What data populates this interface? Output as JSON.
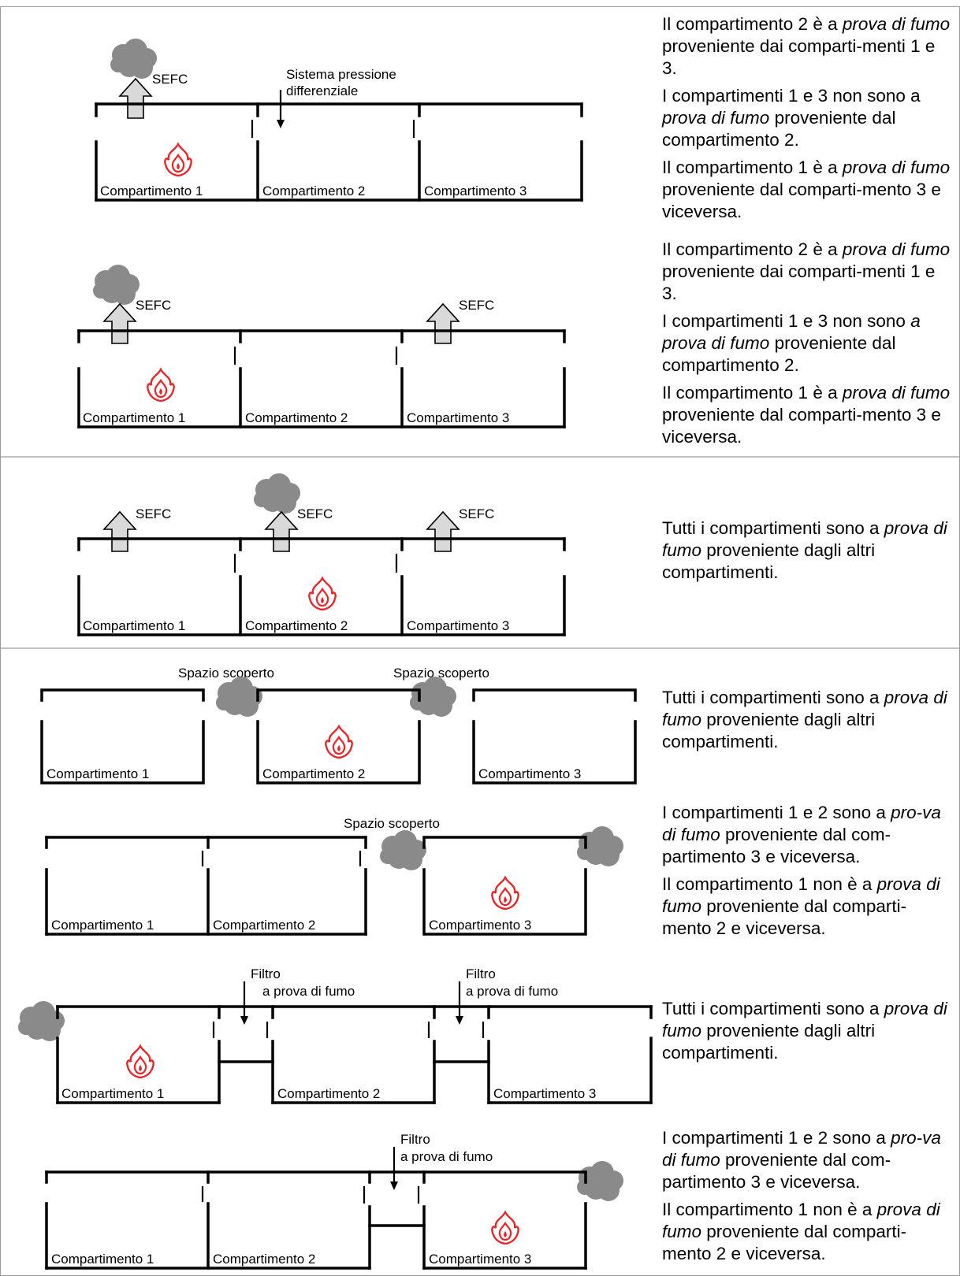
{
  "labels": {
    "c1": "Compartimento 1",
    "c2": "Compartimento 2",
    "c3": "Compartimento 3",
    "sefc": "SEFC",
    "pressure_line1": "Sistema pressione",
    "pressure_line2": "differenziale",
    "open_space": "Spazio scoperto",
    "filter_line1": "Filtro",
    "filter_line2": "a prova di fumo"
  },
  "icons": {
    "fire": "fire-icon",
    "smoke": "smoke-cloud-icon",
    "arrow": "sefc-up-arrow-icon"
  },
  "colors": {
    "fire": "#e8262a",
    "smoke": "#8a8a8a",
    "arrow_fill": "#d9d9d9"
  },
  "descriptions": [
    {
      "id": "d1",
      "paragraphs": [
        [
          {
            "t": "Il compartimento 2 è a "
          },
          {
            "t": "prova di fumo",
            "i": true
          },
          {
            "t": " proveniente dai comparti-menti 1 e 3."
          }
        ],
        [
          {
            "t": "I compartimenti 1 e 3 non sono a "
          },
          {
            "t": "prova di fumo",
            "i": true
          },
          {
            "t": " proveniente dal compartimento 2."
          }
        ],
        [
          {
            "t": "Il compartimento 1 è a "
          },
          {
            "t": "prova di fumo",
            "i": true
          },
          {
            "t": " proveniente dal comparti-mento 3 e viceversa."
          }
        ]
      ]
    },
    {
      "id": "d2",
      "paragraphs": [
        [
          {
            "t": "Il compartimento 2 è a "
          },
          {
            "t": "prova di fumo",
            "i": true
          },
          {
            "t": " proveniente dai comparti-menti 1 e 3."
          }
        ],
        [
          {
            "t": "I compartimenti 1 e 3 non sono "
          },
          {
            "t": "a prova di fumo",
            "i": true
          },
          {
            "t": " proveniente dal compartimento 2."
          }
        ],
        [
          {
            "t": "Il compartimento 1 è a "
          },
          {
            "t": "prova di fumo",
            "i": true
          },
          {
            "t": " proveniente dal comparti-mento 3 e viceversa."
          }
        ]
      ]
    },
    {
      "id": "d3",
      "paragraphs": [
        [
          {
            "t": "Tutti i compartimenti sono a "
          },
          {
            "t": "prova di fumo",
            "i": true
          },
          {
            "t": " proveniente dagli altri compartimenti."
          }
        ]
      ]
    },
    {
      "id": "d4",
      "paragraphs": [
        [
          {
            "t": "Tutti i compartimenti sono a "
          },
          {
            "t": "prova di fumo",
            "i": true
          },
          {
            "t": " proveniente dagli altri compartimenti."
          }
        ]
      ]
    },
    {
      "id": "d5",
      "paragraphs": [
        [
          {
            "t": "I compartimenti 1 e 2 sono a "
          },
          {
            "t": "pro-va di fumo",
            "i": true
          },
          {
            "t": " proveniente dal com-partimento 3 e viceversa."
          }
        ],
        [
          {
            "t": "Il compartimento 1 non è a "
          },
          {
            "t": "prova di fumo",
            "i": true
          },
          {
            "t": " proveniente dal comparti-mento 2 e viceversa."
          }
        ]
      ]
    },
    {
      "id": "d6",
      "paragraphs": [
        [
          {
            "t": "Tutti i compartimenti sono a "
          },
          {
            "t": "prova di fumo",
            "i": true
          },
          {
            "t": " proveniente dagli altri compartimenti."
          }
        ]
      ]
    },
    {
      "id": "d7",
      "paragraphs": [
        [
          {
            "t": "I compartimenti 1 e 2 sono a "
          },
          {
            "t": "pro-va di fumo",
            "i": true
          },
          {
            "t": " proveniente dal com-partimento 3 e viceversa."
          }
        ],
        [
          {
            "t": "Il compartimento 1 non è a "
          },
          {
            "t": "prova di fumo",
            "i": true
          },
          {
            "t": " proveniente dal comparti-mento 2 e viceversa."
          }
        ]
      ]
    }
  ]
}
